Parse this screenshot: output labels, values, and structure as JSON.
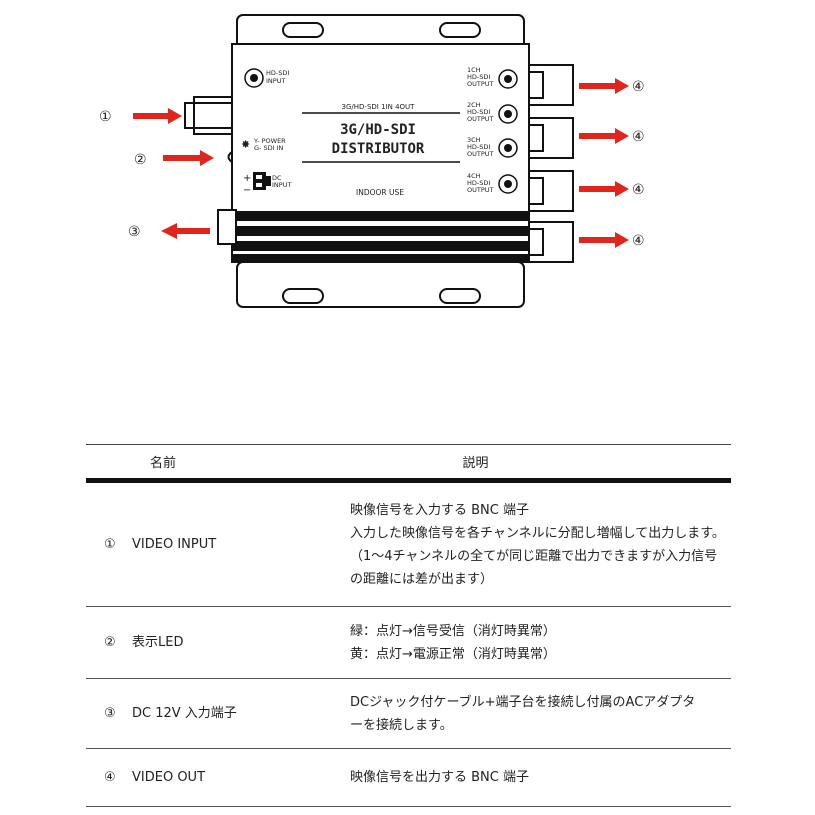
{
  "diagram": {
    "input_label": [
      "HD-SDI",
      "INPUT"
    ],
    "led_labels": [
      "Y- POWER",
      "G- SDI IN"
    ],
    "dc_label": [
      "DC",
      "INPUT"
    ],
    "title_small": "3G/HD-SDI 1IN 4OUT",
    "title_main": [
      "3G/HD-SDI",
      "DISTRIBUTOR"
    ],
    "indoor": "INDOOR USE",
    "outputs": [
      [
        "1CH",
        "HD-SDI",
        "OUTPUT"
      ],
      [
        "2CH",
        "HD-SDI",
        "OUTPUT"
      ],
      [
        "3CH",
        "HD-SDI",
        "OUTPUT"
      ],
      [
        "4CH",
        "HD-SDI",
        "OUTPUT"
      ]
    ],
    "markers": {
      "m1": "①",
      "m2": "②",
      "m3": "③",
      "m4": "④"
    },
    "arrow_color": "#e0261c"
  },
  "table": {
    "headers": {
      "name": "名前",
      "desc": "説明"
    },
    "rows": [
      {
        "mark": "①",
        "name": "VIDEO INPUT",
        "desc": [
          "映像信号を入力する BNC 端子",
          "入力した映像信号を各チャンネルに分配し増幅して出力します。",
          "（1〜4チャンネルの全てが同じ距離で出力できますが入力信号",
          "の距離には差が出ます）"
        ]
      },
      {
        "mark": "②",
        "name": "表示LED",
        "desc": [
          "緑：点灯→信号受信（消灯時異常）",
          "黄：点灯→電源正常（消灯時異常）"
        ]
      },
      {
        "mark": "③",
        "name": "DC 12V 入力端子",
        "desc": [
          "DCジャック付ケーブル+端子台を接続し付属のACアダプタ",
          "ーを接続します。"
        ]
      },
      {
        "mark": "④",
        "name": "VIDEO OUT",
        "desc": [
          "映像信号を出力する BNC 端子"
        ]
      }
    ]
  }
}
